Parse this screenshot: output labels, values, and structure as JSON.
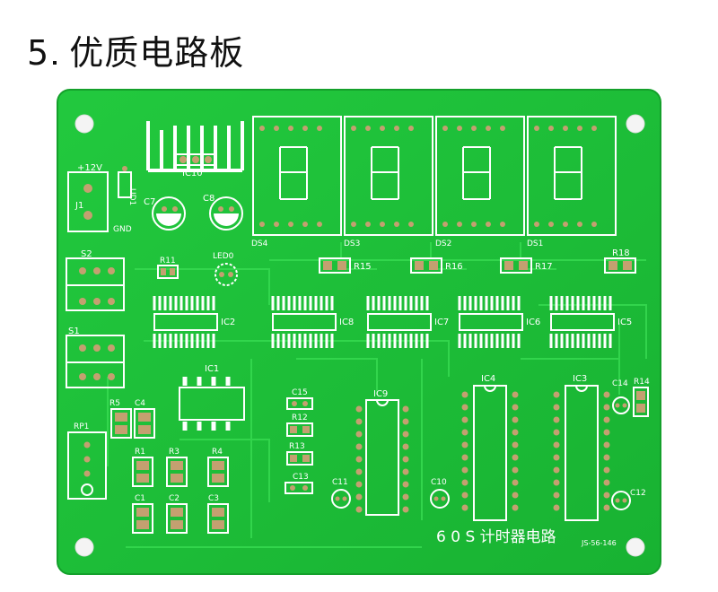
{
  "heading": {
    "number": "5",
    "title": "优质电路板"
  },
  "board": {
    "colors": {
      "pcb": "#1fc43a",
      "pcb_dark": "#19a830",
      "trace": "#30d84b",
      "silk": "#ffffff",
      "copper": "#b5802e",
      "pad": "#c4a070"
    },
    "title_text": "6 0 S 计时器电路",
    "board_code": "JS-56-146",
    "labels": {
      "ic10": "IC10",
      "ud1": "UD1",
      "c7": "C7",
      "c8": "C8",
      "plus12v": "+12V",
      "j1": "J1",
      "gnd": "GND",
      "s2": "S2",
      "s1": "S1",
      "r11": "R11",
      "led0": "LED0",
      "ds4": "DS4",
      "ds3": "DS3",
      "ds2": "DS2",
      "ds1": "DS1",
      "r15": "R15",
      "r16": "R16",
      "r17": "R17",
      "r18": "R18",
      "ic2": "IC2",
      "ic8": "IC8",
      "ic7": "IC7",
      "ic6": "IC6",
      "ic5": "IC5",
      "ic1": "IC1",
      "c15": "C15",
      "r12": "R12",
      "r13": "R13",
      "c13": "C13",
      "ic9": "IC9",
      "ic4": "IC4",
      "ic3": "IC3",
      "c14": "C14",
      "r14": "R14",
      "c12": "C12",
      "c11": "C11",
      "c10": "C10",
      "rp1": "RP1",
      "r5": "R5",
      "c4": "C4",
      "r1": "R1",
      "r3": "R3",
      "r4": "R4",
      "c1": "C1",
      "c2": "C2",
      "c3": "C3"
    }
  }
}
